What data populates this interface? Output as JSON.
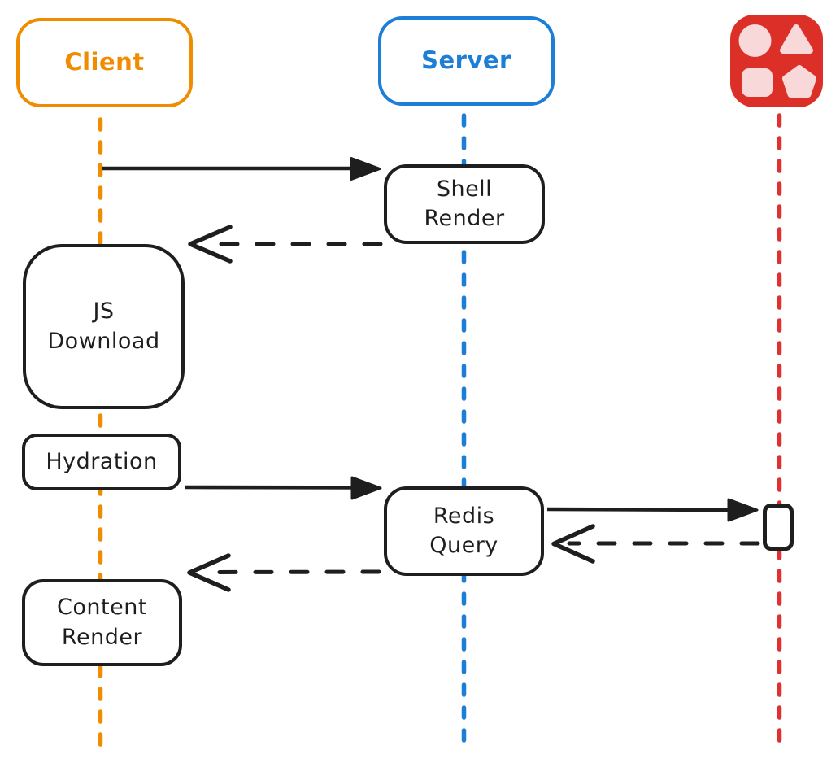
{
  "actors": {
    "client": {
      "label": "Client",
      "color": "#f08c00",
      "lifeline": "dashed"
    },
    "server": {
      "label": "Server",
      "color": "#1c7ed6",
      "lifeline": "dashed"
    },
    "datastore": {
      "icon": "shapes-icon",
      "color": "#e03131",
      "lifeline": "dashed"
    }
  },
  "nodes": {
    "shell_render": {
      "label": "Shell\nRender",
      "lane": "server"
    },
    "js_download": {
      "label": "JS\nDownload",
      "lane": "client"
    },
    "hydration": {
      "label": "Hydration",
      "lane": "client"
    },
    "redis_query": {
      "label": "Redis\nQuery",
      "lane": "server"
    },
    "content_render": {
      "label": "Content\nRender",
      "lane": "client"
    },
    "activation": {
      "label": "",
      "lane": "datastore"
    }
  },
  "messages": [
    {
      "from": "client",
      "to": "shell_render",
      "line": "solid",
      "head": "filled-triangle"
    },
    {
      "from": "shell_render",
      "to": "client",
      "line": "dashed",
      "head": "open-chevron"
    },
    {
      "from": "hydration",
      "to": "redis_query",
      "line": "solid",
      "head": "filled-triangle"
    },
    {
      "from": "redis_query",
      "to": "datastore",
      "line": "solid",
      "head": "filled-triangle"
    },
    {
      "from": "datastore",
      "to": "redis_query",
      "line": "dashed",
      "head": "open-chevron"
    },
    {
      "from": "redis_query",
      "to": "content_render",
      "line": "dashed",
      "head": "open-chevron"
    }
  ],
  "icon_shapes": [
    "circle",
    "triangle",
    "square",
    "pentagon"
  ],
  "colors": {
    "orange": "#f08c00",
    "blue": "#1c7ed6",
    "red": "#e03131",
    "ink": "#1e1e1e",
    "icon-red": "#db2f27",
    "icon-shape": "#f8d8d8",
    "background": "#ffffff"
  }
}
